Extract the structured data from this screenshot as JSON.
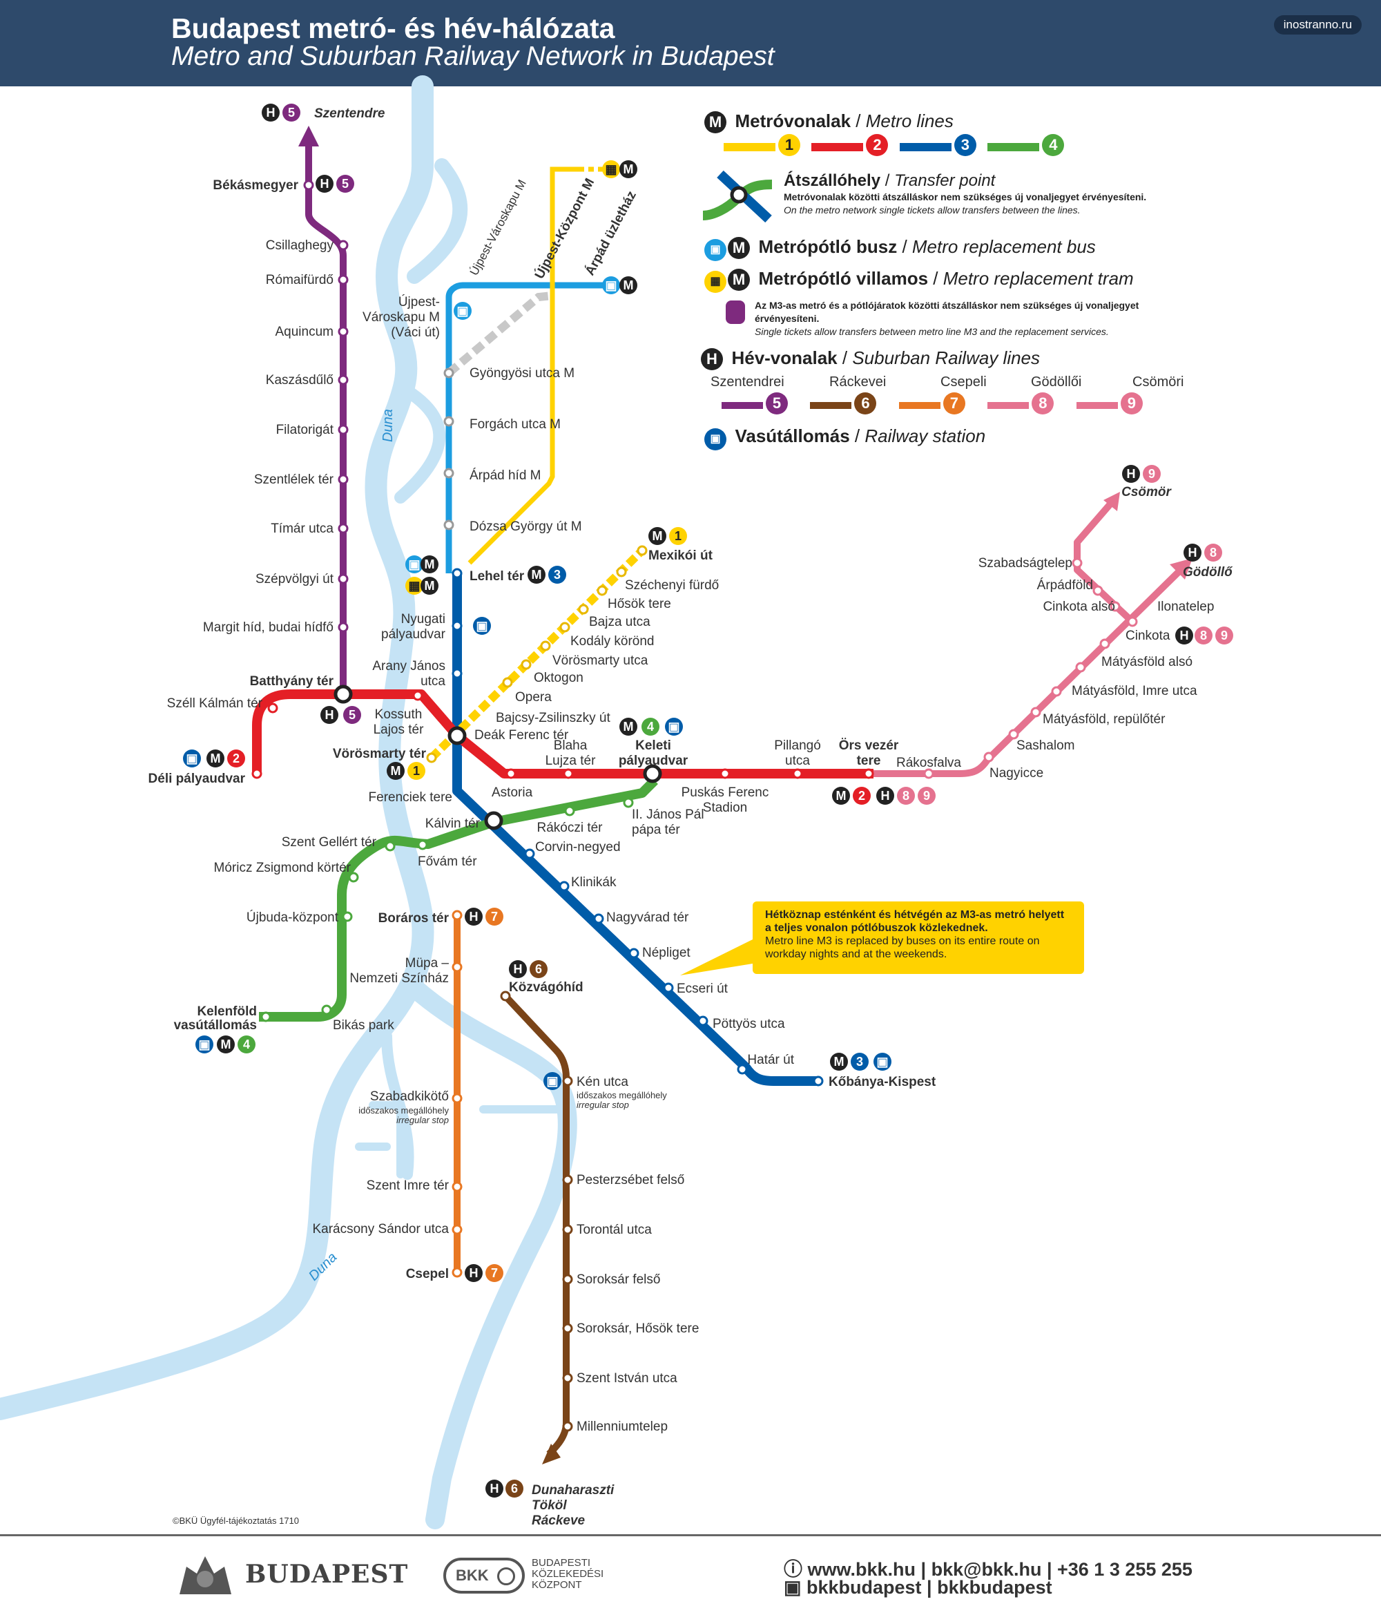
{
  "header": {
    "title_hu": "Budapest metró- és hév-hálózata",
    "title_en": "Metro and Suburban Railway Network in Budapest",
    "credit": "inostranno.ru"
  },
  "legend": {
    "metro_title": "Metróvonalak",
    "metro_title_en": "Metro lines",
    "metro_lines": [
      {
        "num": "1",
        "color": "#ffd200"
      },
      {
        "num": "2",
        "color": "#e41f26"
      },
      {
        "num": "3",
        "color": "#005ca9"
      },
      {
        "num": "4",
        "color": "#4ca83d"
      }
    ],
    "transfer_title": "Átszállóhely",
    "transfer_title_en": "Transfer point",
    "transfer_text_hu": "Metróvonalak közötti átszálláskor nem szükséges új vonaljegyet érvényesíteni.",
    "transfer_text_en": "On the metro network single tickets allow transfers between the lines.",
    "bus_title": "Metrópótló busz",
    "bus_title_en": "Metro replacement bus",
    "tram_title": "Metrópótló villamos",
    "tram_title_en": "Metro replacement tram",
    "replacement_text_hu": "Az M3-as metró és a pótlójáratok közötti átszálláskor nem szükséges új vonaljegyet érvényesíteni.",
    "replacement_text_en": "Single tickets allow transfers between metro line M3 and the replacement services.",
    "hev_title": "Hév-vonalak",
    "hev_title_en": "Suburban Railway lines",
    "hev_lines": [
      {
        "name": "Szentendrei",
        "num": "5",
        "color": "#7e2a7e"
      },
      {
        "name": "Ráckevei",
        "num": "6",
        "color": "#7a4418"
      },
      {
        "name": "Csepeli",
        "num": "7",
        "color": "#e87722"
      },
      {
        "name": "Gödöllői",
        "num": "8",
        "color": "#e5728f"
      },
      {
        "name": "Csömöri",
        "num": "9",
        "color": "#e5728f"
      }
    ],
    "railway_title": "Vasútállomás",
    "railway_title_en": "Railway station"
  },
  "icons": {
    "metro": "M",
    "hev": "H",
    "bus": "bus-icon",
    "tram": "tram-icon",
    "train": "train-icon"
  },
  "river_labels": [
    "Duna",
    "Duna"
  ],
  "stations": {
    "h5": [
      "Szentendre",
      "Békásmegyer",
      "Csillaghegy",
      "Rómaifürdő",
      "Aquincum",
      "Kaszásdűlő",
      "Filatorigát",
      "Szentlélek tér",
      "Tímár utca",
      "Szépvölgyi út",
      "Margit híd, budai hídfő",
      "Batthyány tér"
    ],
    "m2": [
      "Déli pályaudvar",
      "Széll Kálmán tér",
      "Batthyány tér",
      "Kossuth Lajos tér",
      "Deák Ferenc tér",
      "Astoria",
      "Blaha Lujza tér",
      "Keleti pályaudvar",
      "Puskás Ferenc Stadion",
      "Pillangó utca",
      "Örs vezér tere"
    ],
    "h8": [
      "Rákosfalva",
      "Nagyicce",
      "Sashalom",
      "Mátyásföld, repülőtér",
      "Mátyásföld, Imre utca",
      "Mátyásföld alsó",
      "Cinkota",
      "Ilonatelep",
      "Gödöllő"
    ],
    "h9": [
      "Cinkota alsó",
      "Árpádföld",
      "Szabadságtelep",
      "Csömör"
    ],
    "m1": [
      "Vörösmarty tér",
      "Deák Ferenc tér",
      "Bajcsy-Zsilinszky út",
      "Opera",
      "Oktogon",
      "Vörösmarty utca",
      "Kodály körönd",
      "Bajza utca",
      "Hősök tere",
      "Széchenyi fürdő",
      "Mexikói út"
    ],
    "m3": [
      "Újpest-Központ M",
      "Újpest-Városkapu M",
      "Újpest-Városkapu M (Váci út)",
      "Gyöngyösi utca M",
      "Forgách utca M",
      "Árpád híd M",
      "Dózsa György út M",
      "Lehel tér",
      "Nyugati pályaudvar",
      "Arany János utca",
      "Deák Ferenc tér",
      "Ferenciek tere",
      "Kálvin tér",
      "Corvin-negyed",
      "Klinikák",
      "Nagyvárad tér",
      "Népliget",
      "Ecseri út",
      "Pöttyös utca",
      "Határ út",
      "Kőbánya-Kispest",
      "Árpád üzletház"
    ],
    "m4": [
      "Kelenföld vasútállomás",
      "Bikás park",
      "Újbuda-központ",
      "Móricz Zsigmond körtér",
      "Szent Gellért tér",
      "Fővám tér",
      "Kálvin tér",
      "Rákóczi tér",
      "II. János Pál pápa tér",
      "Keleti pályaudvar"
    ],
    "h7": [
      "Boráros tér",
      "Müpa – Nemzeti Színház",
      "Szabadkikötő",
      "Szent Imre tér",
      "Karácsony Sándor utca",
      "Csepel"
    ],
    "h6": [
      "Közvágóhíd",
      "Kén utca",
      "Pesterzsébet felső",
      "Torontál utca",
      "Soroksár felső",
      "Soroksár, Hősök tere",
      "Szent István utca",
      "Millenniumtelep",
      "Dunaharaszti",
      "Tököl",
      "Ráckeve"
    ]
  },
  "irregular_stop": {
    "hu": "időszakos megállóhely",
    "en": "irregular stop"
  },
  "note": {
    "hu": "Hétköznap esténként és hétvégén az M3-as metró helyett a teljes vonalon pótlóbuszok közlekednek.",
    "en": "Metro line M3 is replaced by buses on its entire route on workday nights and at the weekends."
  },
  "footer": {
    "copyright": "©BKÜ Ügyfél-tájékoztatás 1710",
    "city": "BUDAPEST",
    "bkk_logo": "BKK",
    "bkk_name": [
      "BUDAPESTI",
      "KÖZLEKEDÉSI",
      "KÖZPONT"
    ],
    "contact1": "www.bkk.hu | bkk@bkk.hu | +36 1 3 255 255",
    "contact2": "bkkbudapest | bkkbudapest"
  }
}
